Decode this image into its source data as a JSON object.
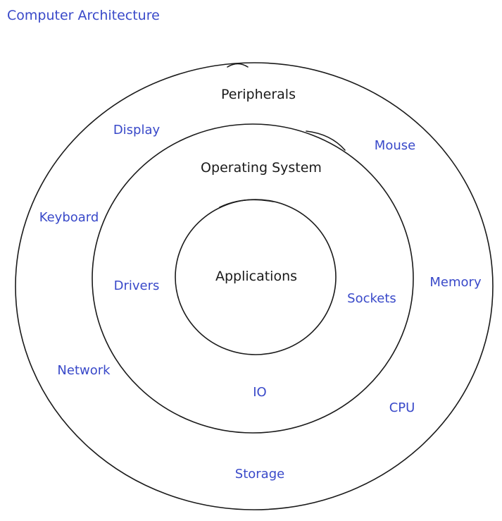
{
  "title": "Computer Architecture",
  "colors": {
    "label_blue": "#3949c9",
    "ink": "#1a1a1a",
    "background": "#ffffff"
  },
  "rings": {
    "outer": {
      "label": "Peripherals",
      "items": [
        "Display",
        "Mouse",
        "Keyboard",
        "Memory",
        "Network",
        "CPU",
        "Storage"
      ]
    },
    "middle": {
      "label": "Operating System",
      "items": [
        "Drivers",
        "Sockets",
        "IO"
      ]
    },
    "inner": {
      "label": "Applications"
    }
  }
}
